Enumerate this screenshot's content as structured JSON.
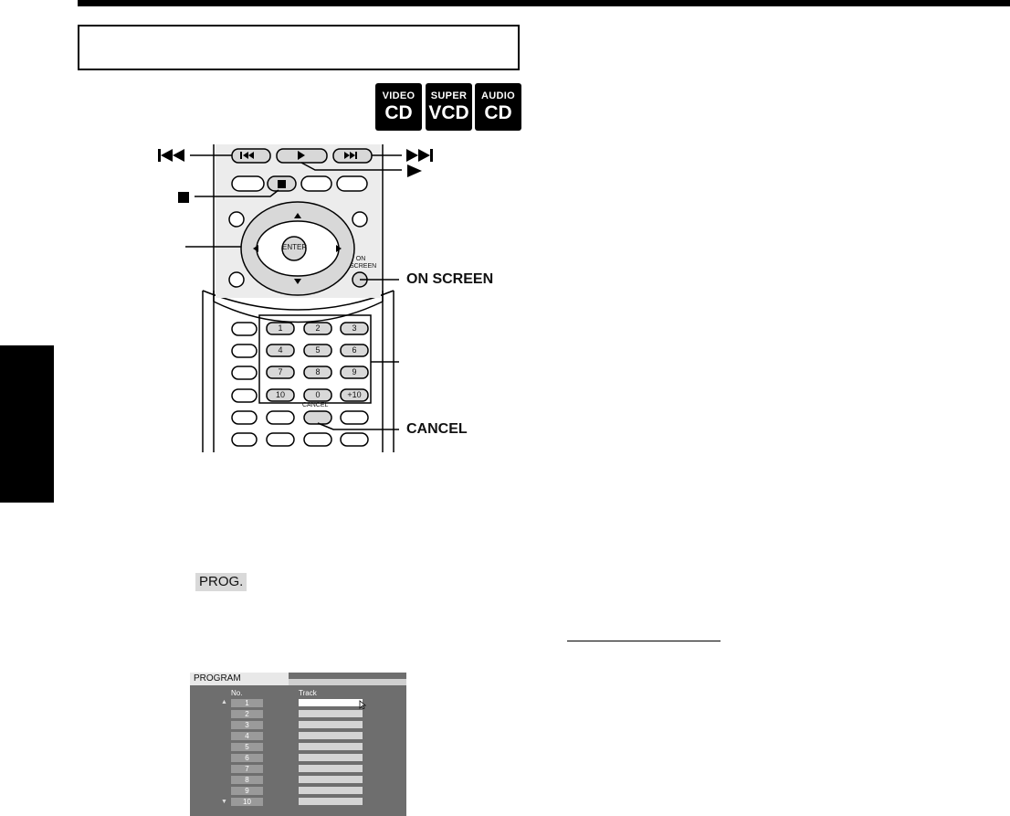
{
  "badges": [
    {
      "top": "VIDEO",
      "bottom": "CD"
    },
    {
      "top": "SUPER",
      "bottom": "VCD"
    },
    {
      "top": "AUDIO",
      "bottom": "CD"
    }
  ],
  "remote": {
    "enter_label": "ENTER",
    "on_screen_label": "ON\nSCREEN",
    "cancel_label": "CANCEL",
    "number_keys": [
      "1",
      "2",
      "3",
      "4",
      "5",
      "6",
      "7",
      "8",
      "9",
      "10",
      "0",
      "+10"
    ]
  },
  "callouts": {
    "on_screen": "ON SCREEN",
    "cancel": "CANCEL"
  },
  "prog_indicator": "PROG.",
  "osd": {
    "tab_title": "PROGRAM",
    "col_no": "No.",
    "col_track": "Track",
    "rows": [
      "1",
      "2",
      "3",
      "4",
      "5",
      "6",
      "7",
      "8",
      "9",
      "10"
    ]
  }
}
